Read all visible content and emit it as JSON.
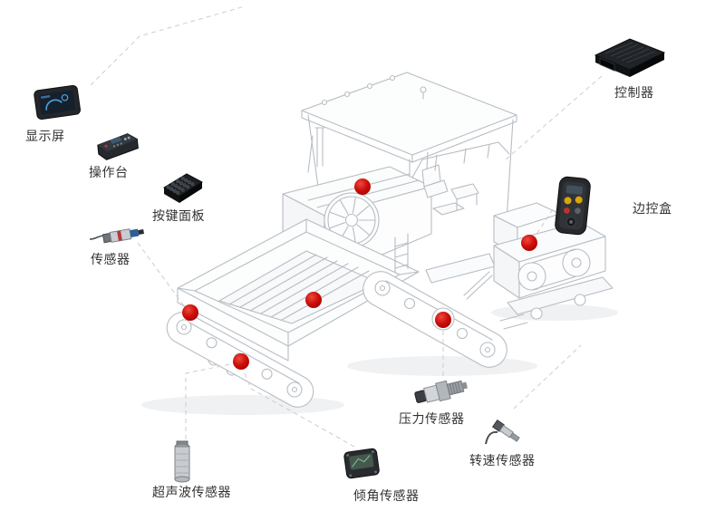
{
  "diagram": {
    "subject": "asphalt-paver-sensor-layout",
    "machine": "tracked-paver-line-art",
    "marker_count": 6,
    "colors": {
      "marker": "#c40606",
      "machine_line": "#b7bdc3",
      "connector_line": "#cdcdcd",
      "label_text": "#333333",
      "background": "#ffffff"
    },
    "components": [
      {
        "label": "显示屏",
        "icon": "display-screen-icon"
      },
      {
        "label": "操作台",
        "icon": "operator-console-icon"
      },
      {
        "label": "按键面板",
        "icon": "keypad-panel-icon"
      },
      {
        "label": "传感器",
        "icon": "wire-sensor-icon"
      },
      {
        "label": "控制器",
        "icon": "controller-unit-icon"
      },
      {
        "label": "边控盒",
        "icon": "side-control-box-icon"
      },
      {
        "label": "压力传感器",
        "icon": "pressure-sensor-icon"
      },
      {
        "label": "转速传感器",
        "icon": "rotation-speed-sensor-icon"
      },
      {
        "label": "超声波传感器",
        "icon": "ultrasonic-sensor-icon"
      },
      {
        "label": "倾角传感器",
        "icon": "tilt-sensor-icon"
      }
    ]
  }
}
